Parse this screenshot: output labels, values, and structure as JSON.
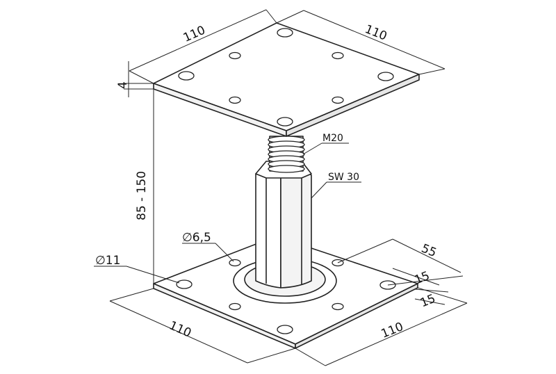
{
  "drawing": {
    "top_plate": {
      "width_left": "110",
      "width_right": "110",
      "thickness": "4"
    },
    "height_range": "85 - 150",
    "thread": "M20",
    "wrench_size": "SW 30",
    "small_hole": "∅6,5",
    "large_hole": "∅11",
    "base_plate": {
      "width_left": "110",
      "width_right": "110",
      "hole_spacing": "55",
      "edge_offset_1": "15",
      "edge_offset_2": "15"
    },
    "colors": {
      "line": "#222222",
      "plate_fill": "#ffffff",
      "thread_fill": "#dcdcdc",
      "shadow": "#c9c9c9"
    }
  }
}
